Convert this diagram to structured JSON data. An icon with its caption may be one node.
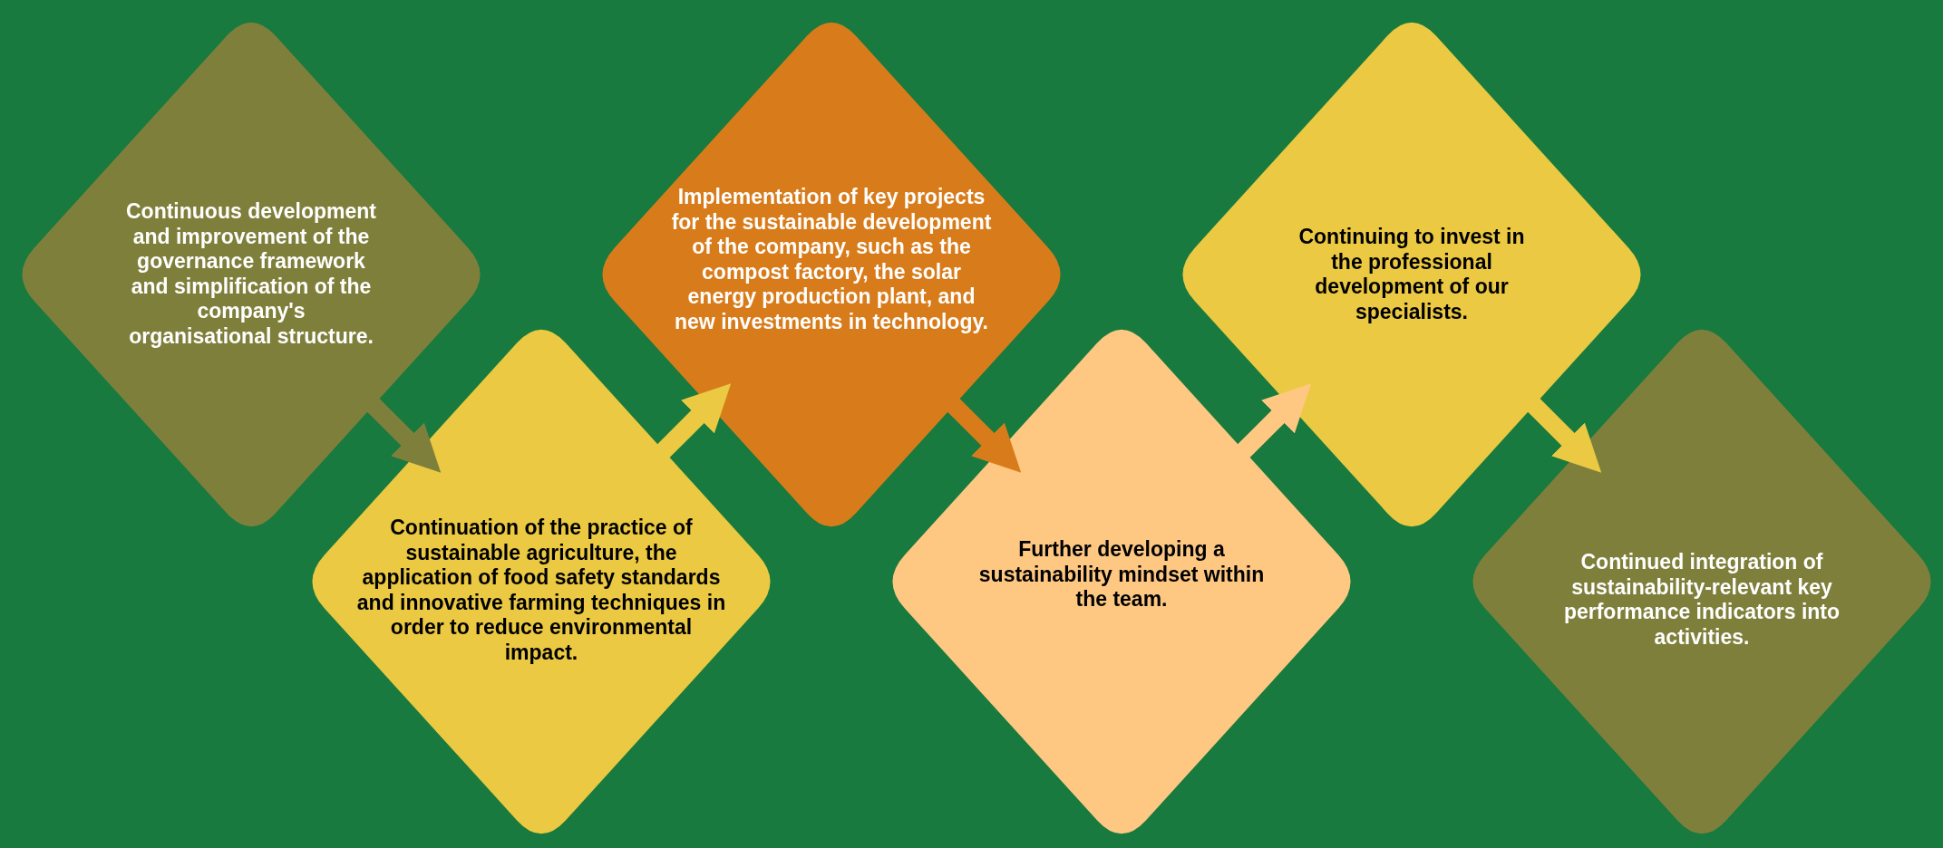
{
  "diagram": {
    "nodes": [
      {
        "text": [
          "Continuous development and improvement of the governance framework and simplification of the company's organisational structure."
        ]
      },
      {
        "text": [
          "Continuation of the practice of sustainable agriculture, the application of food safety standards and innovative farming techniques in order to reduce environmental impact."
        ]
      },
      {
        "text": [
          "Implementation of key projects for the sustainable development of the company, such as the compost factory, the solar energy production plant, and new investments in technology."
        ]
      },
      {
        "text": [
          "Further developing a sustainability mindset within the team."
        ]
      },
      {
        "text": [
          "Continuing to invest in the professional development of our specialists."
        ]
      },
      {
        "text": [
          "Continued integration of sustainability-relevant key performance indicators into activities."
        ]
      }
    ],
    "edges": [
      {
        "from": 0,
        "to": 1,
        "arrow": "to",
        "color": "#7f7f3c"
      },
      {
        "from": 1,
        "to": 2,
        "arrow": "to",
        "color": "#ebc942"
      },
      {
        "from": 2,
        "to": 3,
        "arrow": "to",
        "color": "#d87c1b"
      },
      {
        "from": 3,
        "to": 4,
        "arrow": "to",
        "color": "#fec882"
      },
      {
        "from": 4,
        "to": 5,
        "arrow": "to",
        "color": "#ebc942"
      }
    ]
  }
}
